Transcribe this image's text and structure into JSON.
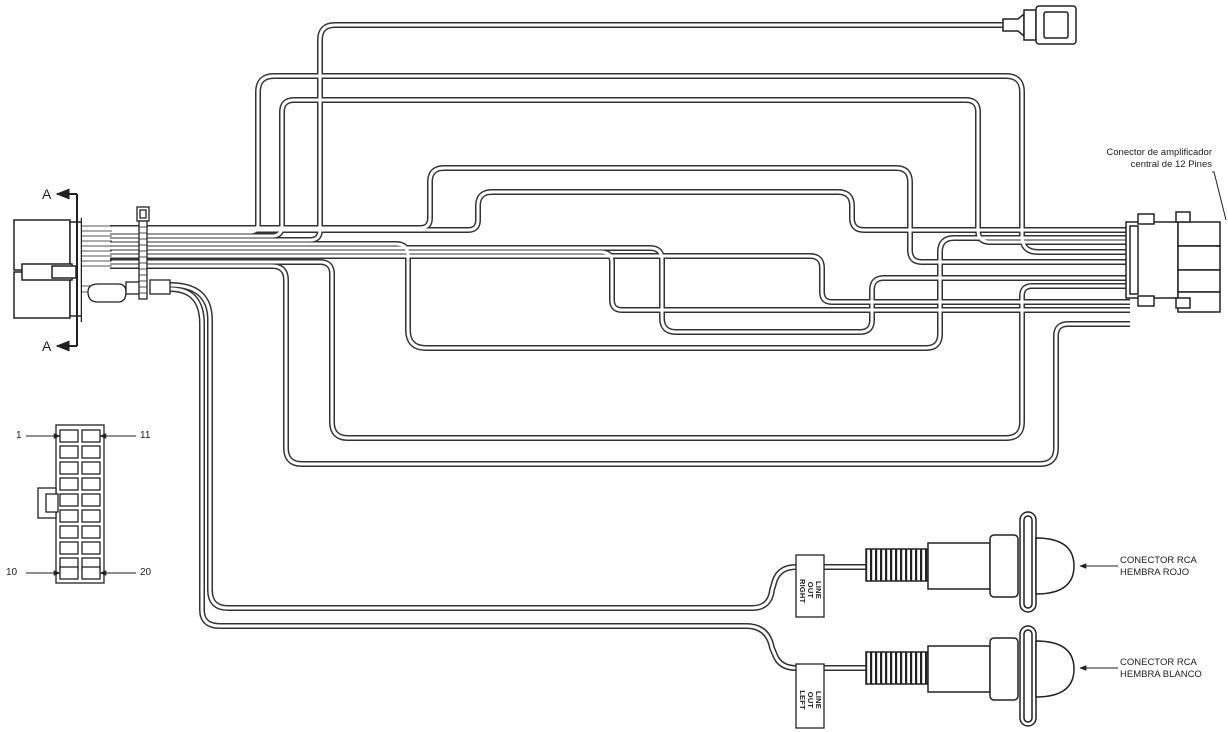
{
  "labels": {
    "amp_connector_line1": "Conector de amplificador",
    "amp_connector_line2": "central de 12 Pines",
    "rca_red_line1": "CONECTOR RCA",
    "rca_red_line2": "HEMBRA ROJO",
    "rca_white_line1": "CONECTOR RCA",
    "rca_white_line2": "HEMBRA BLANCO",
    "section_top": "A",
    "section_bottom": "A",
    "pin_1": "1",
    "pin_11": "11",
    "pin_10": "10",
    "pin_20": "20",
    "sleeve_right": "LINE OUT\nRIGHT",
    "sleeve_left": "LINE OUT\nLEFT"
  },
  "colors": {
    "line": "#333333",
    "background": "#ffffff"
  }
}
